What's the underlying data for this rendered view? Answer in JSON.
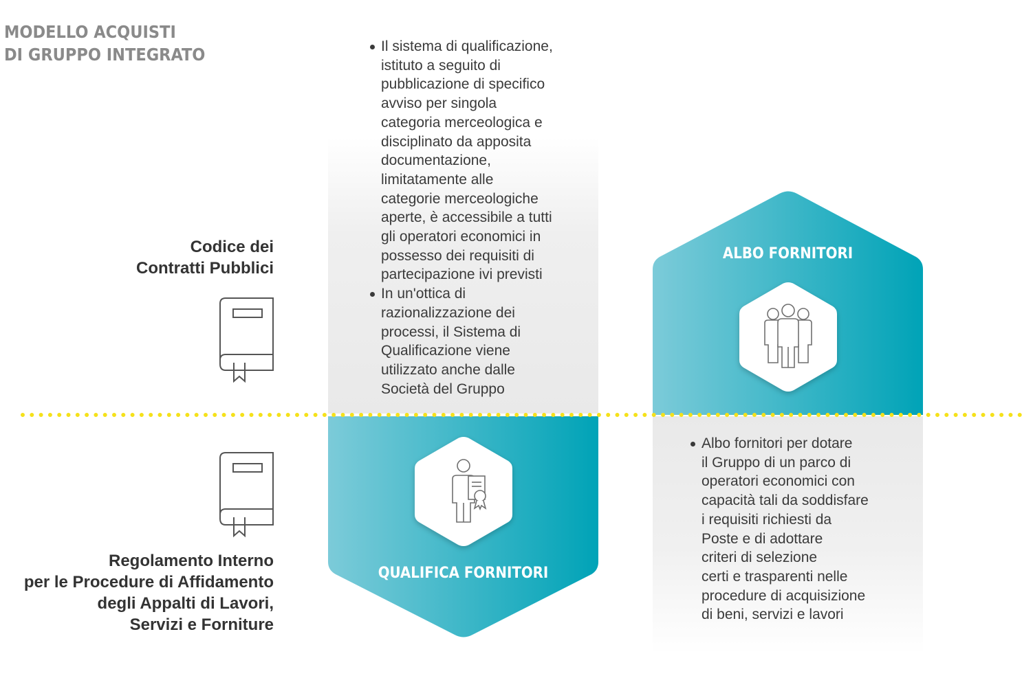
{
  "title": {
    "line1": "MODELLO ACQUISTI",
    "line2": "DI GRUPPO INTEGRATO"
  },
  "labels": {
    "codice": [
      "Codice dei",
      "Contratti Pubblici"
    ],
    "regolamento": [
      "Regolamento Interno",
      "per le Procedure di Affidamento",
      "degli Appalti di Lavori,",
      "Servizi e Forniture"
    ]
  },
  "qualifica_text": {
    "bullet1": [
      "Il sistema di qualificazione,",
      "istituto a seguito di",
      "pubblicazione di specifico",
      "avviso per singola",
      "categoria merceologica e",
      "disciplinato da apposita",
      "documentazione,",
      "limitatamente alle",
      "categorie merceologiche",
      "aperte, è accessibile a tutti",
      "gli operatori economici in",
      "possesso dei requisiti di",
      "partecipazione ivi previsti"
    ],
    "bullet2": [
      "In un'ottica di",
      "razionalizzazione dei",
      "processi, il Sistema di",
      "Qualificazione viene",
      "utilizzato anche dalle",
      "Società del Gruppo"
    ]
  },
  "albo_text": {
    "bullet1": [
      "Albo fornitori per dotare",
      "il Gruppo di un parco di",
      "operatori economici con",
      "capacità tali da soddisfare",
      "i requisiti richiesti da",
      "Poste e di adottare",
      "criteri di selezione",
      "certi e trasparenti nelle",
      "procedure di acquisizione",
      "di beni, servizi e lavori"
    ]
  },
  "hexagons": {
    "albo": {
      "label": "ALBO FORNITORI",
      "icon": "group-of-people-icon"
    },
    "qualifica": {
      "label": "QUALIFICA FORNITORI",
      "icon": "person-with-certificate-icon"
    }
  },
  "colors": {
    "teal_light": "#7ccbd9",
    "teal_dark": "#00a3b7",
    "divider_yellow": "#f5e11a",
    "title_gray": "#8a8a8a"
  }
}
